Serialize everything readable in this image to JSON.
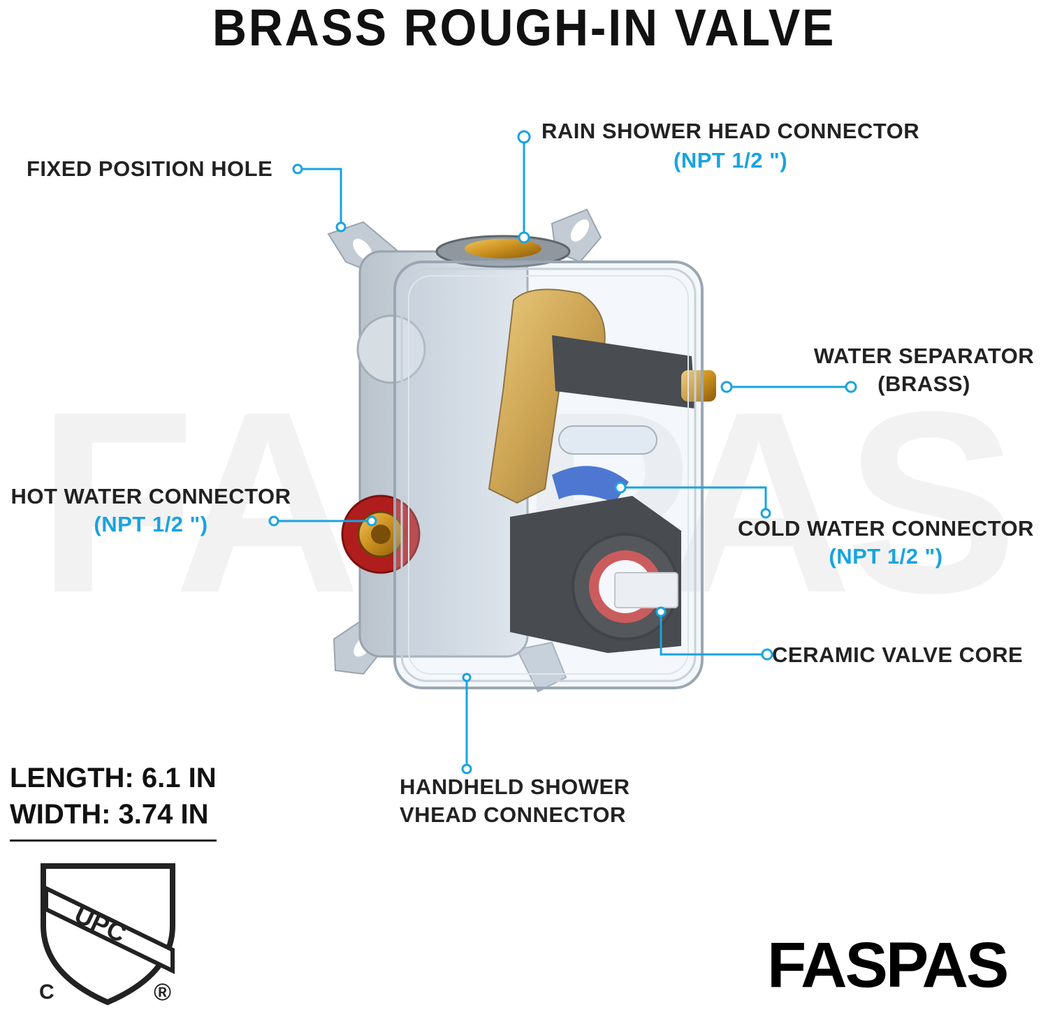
{
  "title": "BRASS ROUGH-IN VALVE",
  "watermark_text": "FASPAS",
  "accent_color": "#19a3e0",
  "callouts": [
    {
      "id": "fixed_position_hole",
      "label": "FIXED POSITION HOLE",
      "sub": ""
    },
    {
      "id": "rain_shower_head_connector",
      "label": "RAIN SHOWER HEAD CONNECTOR",
      "sub": "(NPT 1/2 \")"
    },
    {
      "id": "water_separator",
      "label": "WATER SEPARATOR",
      "sub": "(BRASS)"
    },
    {
      "id": "hot_water_connector",
      "label": "HOT WATER CONNECTOR",
      "sub": "(NPT 1/2 \")"
    },
    {
      "id": "cold_water_connector",
      "label": "COLD WATER CONNECTOR",
      "sub": "(NPT 1/2 \")"
    },
    {
      "id": "ceramic_valve_core",
      "label": "CERAMIC VALVE CORE",
      "sub": ""
    },
    {
      "id": "handheld_shower_connector",
      "label": "HANDHELD SHOWER",
      "sub": "VHEAD CONNECTOR"
    }
  ],
  "dimensions": {
    "length": "LENGTH: 6.1 IN",
    "width": "WIDTH: 3.74 IN"
  },
  "certification": {
    "mark": "UPC",
    "c_mark": "C",
    "registered": "®"
  },
  "brand": "FASPAS"
}
